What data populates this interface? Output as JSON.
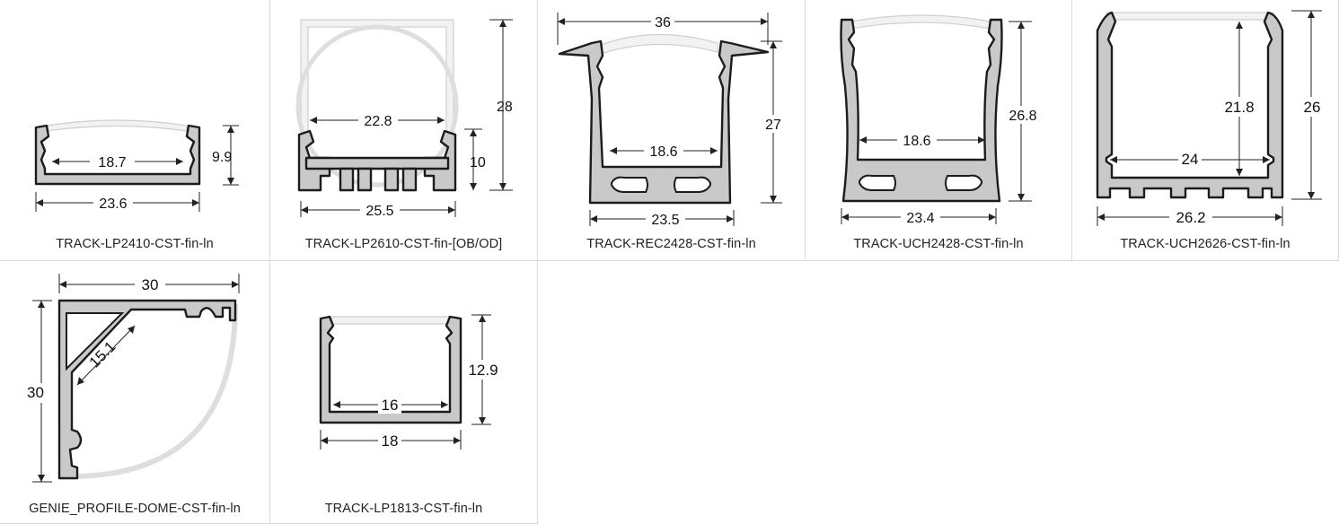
{
  "profiles": [
    {
      "name": "TRACK-LP2410-CST-fin-ln",
      "dims": {
        "outer_width": "23.6",
        "inner_width": "18.7",
        "height": "9.9"
      }
    },
    {
      "name": "TRACK-LP2610-CST-fin-[OB/OD]",
      "dims": {
        "outer_width": "25.5",
        "inner_width": "22.8",
        "height": "28",
        "channel_height": "10"
      }
    },
    {
      "name": "TRACK-REC2428-CST-fin-ln",
      "dims": {
        "flange_width": "36",
        "inner_width": "18.6",
        "outer_width": "23.5",
        "height": "27"
      }
    },
    {
      "name": "TRACK-UCH2428-CST-fin-ln",
      "dims": {
        "inner_width": "18.6",
        "outer_width": "23.4",
        "height": "26.8"
      }
    },
    {
      "name": "TRACK-UCH2626-CST-fin-ln",
      "dims": {
        "inner_width": "24",
        "outer_width": "26.2",
        "inner_height": "21.8",
        "height": "26"
      }
    },
    {
      "name": "GENIE_PROFILE-DOME-CST-fin-ln",
      "dims": {
        "width": "30",
        "height": "30",
        "diagonal": "15.1"
      }
    },
    {
      "name": "TRACK-LP1813-CST-fin-ln",
      "dims": {
        "inner_width": "16",
        "outer_width": "18",
        "height": "12.9"
      }
    }
  ]
}
